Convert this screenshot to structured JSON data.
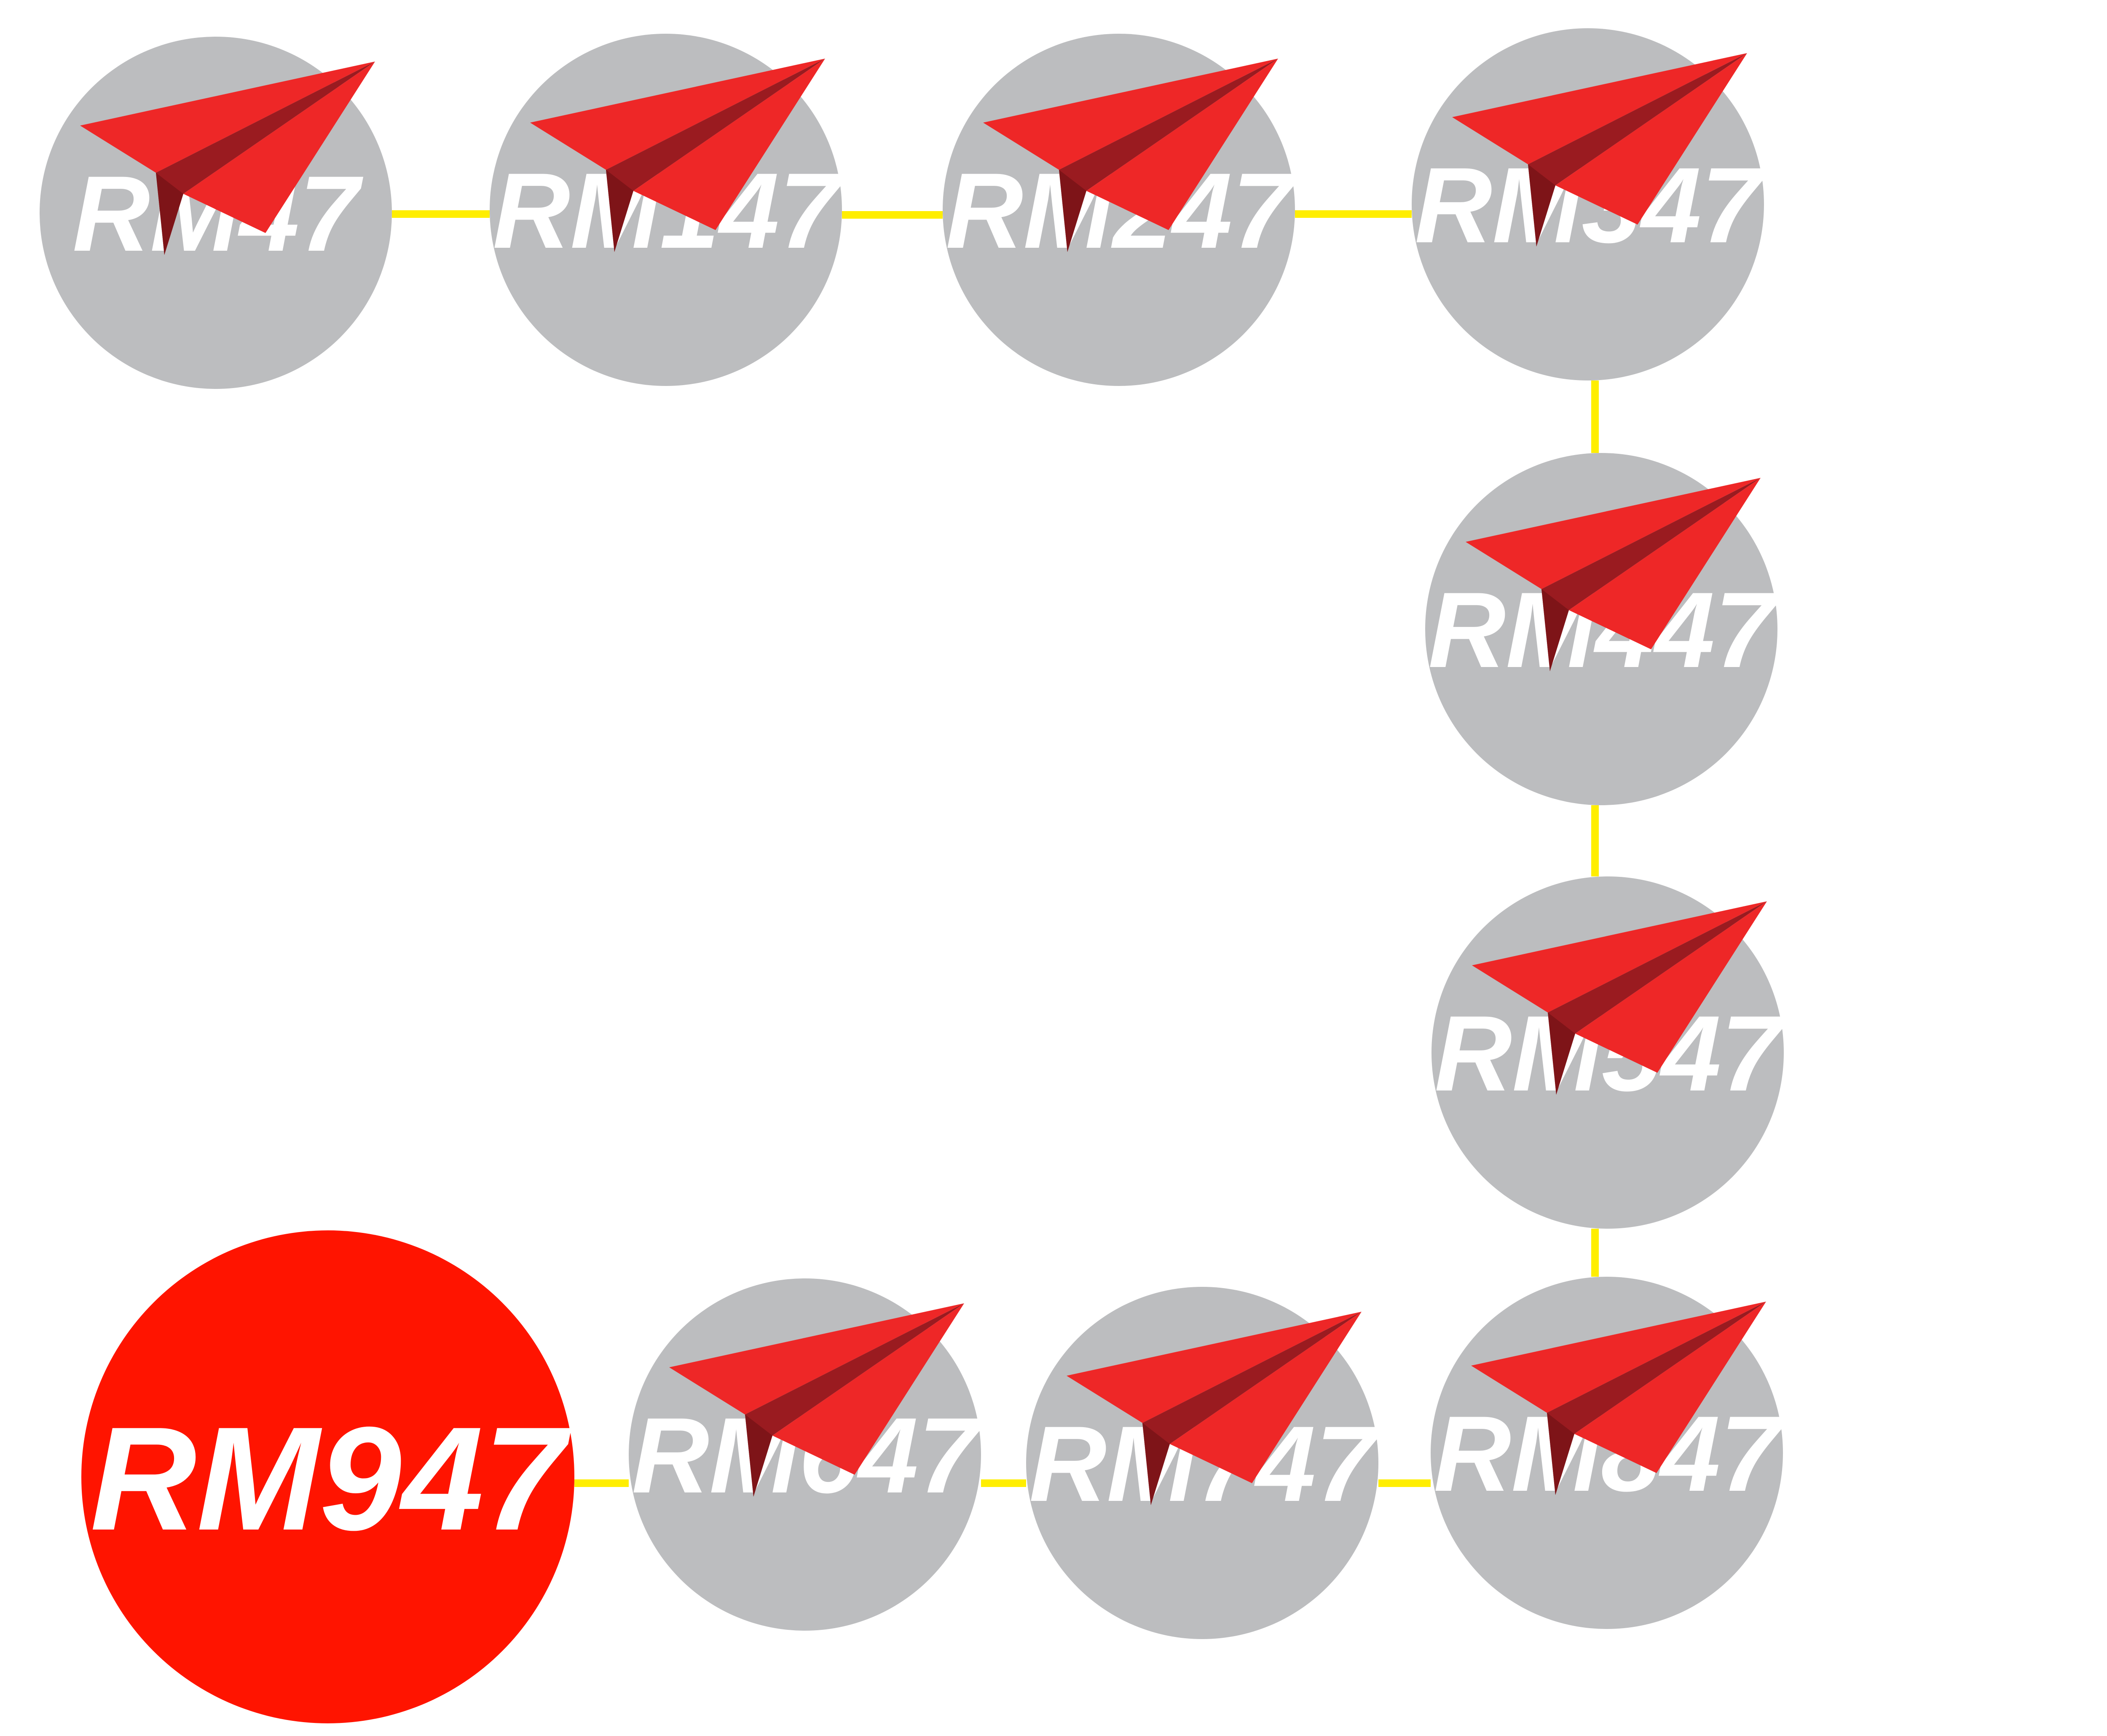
{
  "colors": {
    "background": "#ffffff",
    "connector": "#ffee00",
    "node_gray": "#bcbdbf",
    "node_active": "#ff1400",
    "label": "#ffffff",
    "plane_light": "#ee2727",
    "plane_dark": "#9a1b20",
    "plane_darker": "#7e1418"
  },
  "nodes": [
    {
      "id": "n0",
      "label": "RM47",
      "active": false,
      "icon": "paper-plane-icon"
    },
    {
      "id": "n1",
      "label": "RM147",
      "active": false,
      "icon": "paper-plane-icon"
    },
    {
      "id": "n2",
      "label": "RM247",
      "active": false,
      "icon": "paper-plane-icon"
    },
    {
      "id": "n3",
      "label": "RM347",
      "active": false,
      "icon": "paper-plane-icon"
    },
    {
      "id": "n4",
      "label": "RM447",
      "active": false,
      "icon": "paper-plane-icon"
    },
    {
      "id": "n5",
      "label": "RM547",
      "active": false,
      "icon": "paper-plane-icon"
    },
    {
      "id": "n6",
      "label": "RM647",
      "active": false,
      "icon": "paper-plane-icon"
    },
    {
      "id": "n7",
      "label": "RM747",
      "active": false,
      "icon": "paper-plane-icon"
    },
    {
      "id": "n8",
      "label": "RM847",
      "active": false,
      "icon": "paper-plane-icon"
    },
    {
      "id": "n9",
      "label": "RM947",
      "active": true,
      "icon": null
    }
  ],
  "edges": [
    [
      "n0",
      "n1"
    ],
    [
      "n1",
      "n2"
    ],
    [
      "n2",
      "n3"
    ],
    [
      "n3",
      "n4"
    ],
    [
      "n4",
      "n5"
    ],
    [
      "n5",
      "n6"
    ],
    [
      "n6",
      "n7"
    ],
    [
      "n7",
      "n8"
    ],
    [
      "n8",
      "n9"
    ]
  ]
}
